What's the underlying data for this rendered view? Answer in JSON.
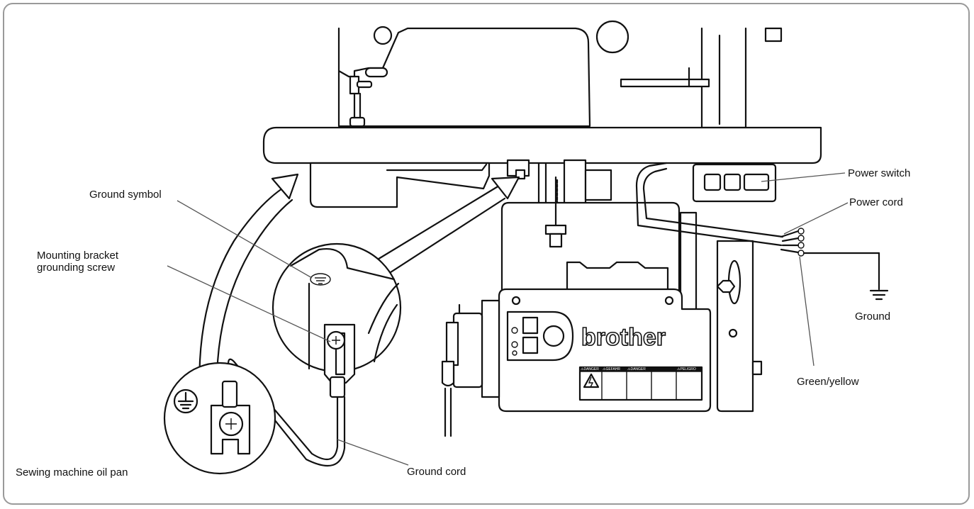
{
  "labels": {
    "ground_symbol": "Ground symbol",
    "mounting_bracket_screw": "Mounting bracket\ngrounding screw",
    "sewing_machine_oil_pan": "Sewing machine oil pan",
    "ground_cord": "Ground cord",
    "power_switch": "Power switch",
    "power_cord": "Power cord",
    "ground": "Ground",
    "green_yellow": "Green/yellow"
  },
  "motor": {
    "brand": "brother",
    "warning_headings": [
      "⚠DANGER",
      "⚠GEFAHR",
      "⚠DANGER",
      "⚠PELIGRO"
    ]
  },
  "colors": {
    "ink": "#111111",
    "leader": "#555555",
    "frame": "#9a9a9a"
  },
  "icons": [
    "ground-symbol-icon",
    "electric-shock-warning-icon",
    "screw-icon"
  ]
}
